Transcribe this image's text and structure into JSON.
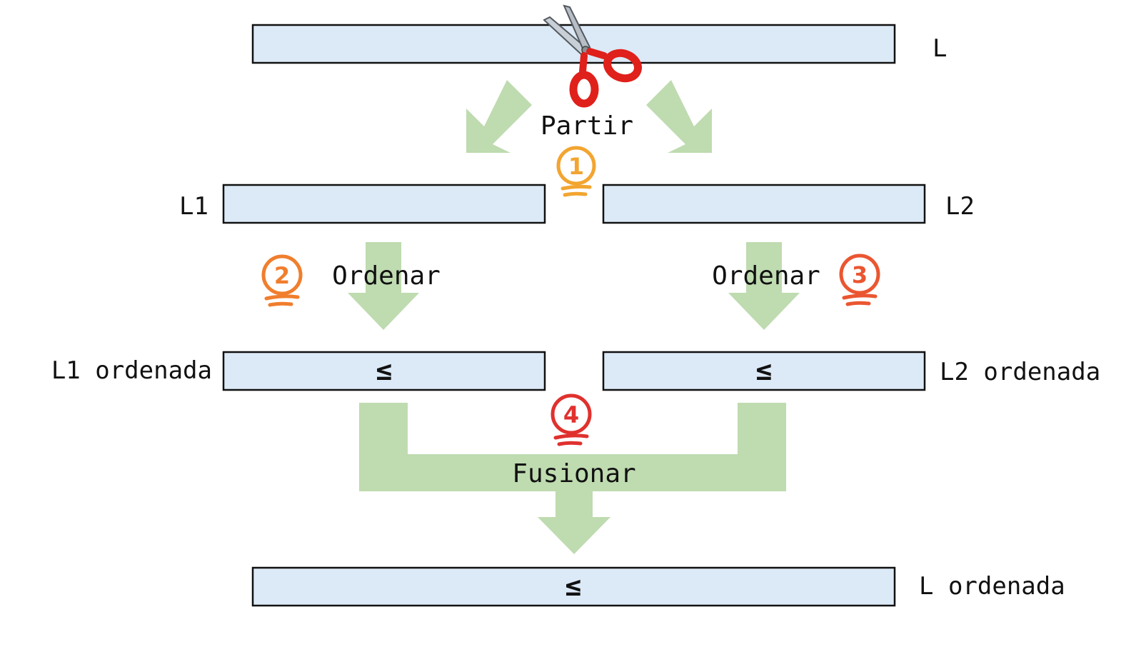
{
  "lists": {
    "l": "L",
    "l1": "L1",
    "l2": "L2",
    "l1_sorted": "L1 ordenada",
    "l2_sorted": "L2 ordenada",
    "l_sorted": "L ordenada"
  },
  "steps": {
    "split": "Partir",
    "sort_left": "Ordenar",
    "sort_right": "Ordenar",
    "merge": "Fusionar"
  },
  "symbols": {
    "l1_sorted_le": "≤",
    "l2_sorted_le": "≤",
    "l_sorted_le": "≤"
  },
  "badges": {
    "one": "1",
    "two": "2",
    "three": "3",
    "four": "4"
  },
  "colors": {
    "box_fill": "#dce9f6",
    "arrow_fill": "#bfdbb0",
    "badge_one": "#f2a531",
    "badge_two": "#f07e2d",
    "badge_three": "#ea5631",
    "badge_four": "#e0312e",
    "scissors_handle": "#e0201b"
  },
  "icons": {
    "split": "scissors-icon"
  }
}
